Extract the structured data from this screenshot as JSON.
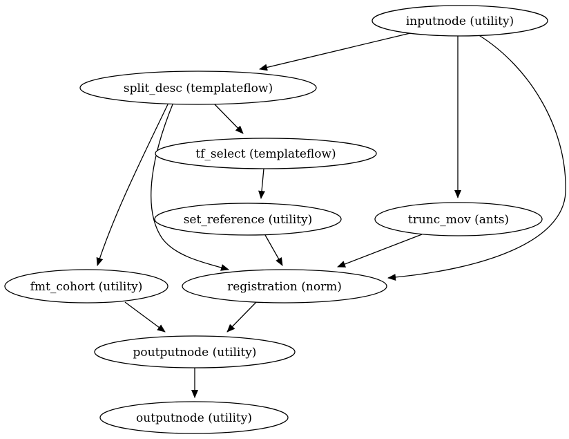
{
  "diagram": {
    "type": "directed-graph",
    "background_color": "#ffffff",
    "node_fill": "#ffffff",
    "node_stroke": "#000000",
    "text_color": "#000000",
    "nodes": [
      {
        "id": "inputnode",
        "label": "inputnode (utility)"
      },
      {
        "id": "split_desc",
        "label": "split_desc (templateflow)"
      },
      {
        "id": "tf_select",
        "label": "tf_select (templateflow)"
      },
      {
        "id": "set_reference",
        "label": "set_reference (utility)"
      },
      {
        "id": "trunc_mov",
        "label": "trunc_mov (ants)"
      },
      {
        "id": "fmt_cohort",
        "label": "fmt_cohort (utility)"
      },
      {
        "id": "registration",
        "label": "registration (norm)"
      },
      {
        "id": "poutputnode",
        "label": "poutputnode (utility)"
      },
      {
        "id": "outputnode",
        "label": "outputnode (utility)"
      }
    ],
    "edges": [
      {
        "from": "inputnode",
        "to": "split_desc"
      },
      {
        "from": "inputnode",
        "to": "trunc_mov"
      },
      {
        "from": "inputnode",
        "to": "registration"
      },
      {
        "from": "split_desc",
        "to": "tf_select"
      },
      {
        "from": "split_desc",
        "to": "fmt_cohort"
      },
      {
        "from": "split_desc",
        "to": "registration"
      },
      {
        "from": "tf_select",
        "to": "set_reference"
      },
      {
        "from": "set_reference",
        "to": "registration"
      },
      {
        "from": "trunc_mov",
        "to": "registration"
      },
      {
        "from": "fmt_cohort",
        "to": "poutputnode"
      },
      {
        "from": "registration",
        "to": "poutputnode"
      },
      {
        "from": "poutputnode",
        "to": "outputnode"
      }
    ]
  }
}
